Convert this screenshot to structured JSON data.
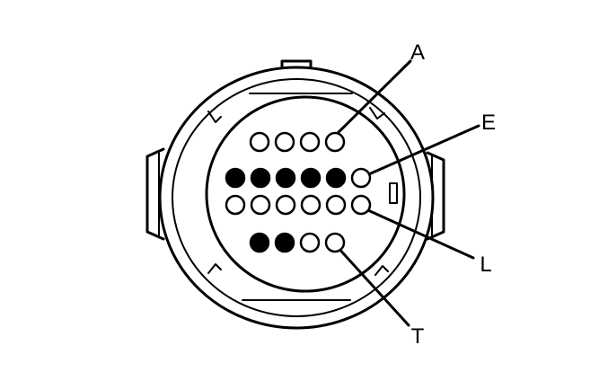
{
  "diagram": {
    "colors": {
      "line": "#000000",
      "background": "#ffffff",
      "filled_pin": "#000000",
      "empty_pin": "#ffffff"
    },
    "callouts": [
      {
        "id": "a",
        "label": "A"
      },
      {
        "id": "e",
        "label": "E"
      },
      {
        "id": "l",
        "label": "L"
      },
      {
        "id": "t",
        "label": "T"
      }
    ],
    "pin_rows": [
      {
        "row": 1,
        "pins": [
          "empty",
          "empty",
          "empty",
          "empty"
        ]
      },
      {
        "row": 2,
        "pins": [
          "filled",
          "filled",
          "filled",
          "filled",
          "filled",
          "empty"
        ]
      },
      {
        "row": 3,
        "pins": [
          "empty",
          "empty",
          "empty",
          "empty",
          "empty",
          "empty"
        ]
      },
      {
        "row": 4,
        "pins": [
          "filled",
          "filled",
          "empty",
          "empty"
        ]
      }
    ]
  }
}
